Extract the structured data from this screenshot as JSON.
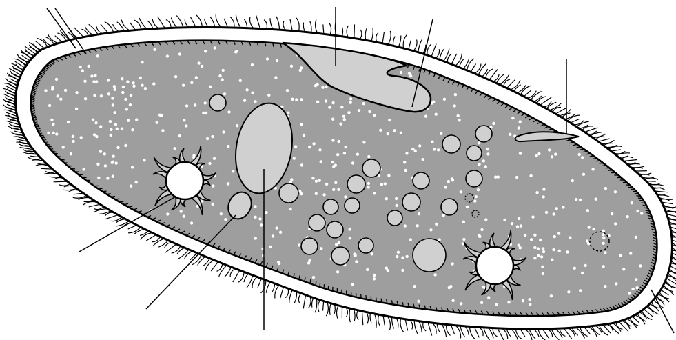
{
  "diagram": {
    "subject": "paramecium",
    "labels": [],
    "leader_lines": 9,
    "colors": {
      "background": "#ffffff",
      "outline": "#000000",
      "membrane": "#ffffff",
      "cytoplasm": "#9e9e9e",
      "organelle_fill": "#d0d0d0",
      "vacuole_fill": "#ffffff",
      "granule": "#ffffff"
    },
    "parts": [
      {
        "id": "cilia",
        "icon": "cilia-icon"
      },
      {
        "id": "pellicle",
        "icon": "membrane-icon"
      },
      {
        "id": "oral-groove",
        "icon": "groove-icon"
      },
      {
        "id": "gullet",
        "icon": "gullet-icon"
      },
      {
        "id": "anal-pore",
        "icon": "pore-icon"
      },
      {
        "id": "macronucleus",
        "icon": "nucleus-icon"
      },
      {
        "id": "micronucleus",
        "icon": "nucleus-icon"
      },
      {
        "id": "contractile-vacuole-anterior",
        "icon": "vacuole-icon"
      },
      {
        "id": "contractile-vacuole-posterior",
        "icon": "vacuole-icon"
      },
      {
        "id": "food-vacuoles",
        "icon": "vacuole-icon"
      },
      {
        "id": "trichocysts",
        "icon": "trichocyst-icon"
      }
    ]
  }
}
